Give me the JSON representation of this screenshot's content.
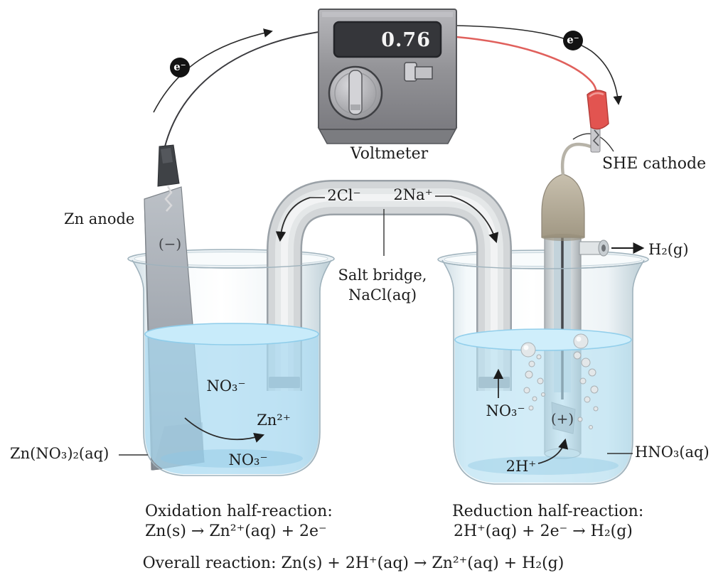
{
  "figure": {
    "type": "galvanic-cell-diagram",
    "description_visible_only": "Zn/SHE electrochemical cell with voltmeter"
  },
  "voltmeter": {
    "reading": "0.76",
    "label": "Voltmeter"
  },
  "wires": {
    "electron_left": "e⁻",
    "electron_right": "e⁻"
  },
  "electrodes": {
    "anode_label": "Zn anode",
    "anode_sign": "(−)",
    "cathode_label": "SHE cathode",
    "cathode_sign": "(+)"
  },
  "salt_bridge": {
    "ion_left": "2Cl⁻",
    "ion_right": "2Na⁺",
    "label_line1": "Salt bridge,",
    "label_line2": "NaCl(aq)"
  },
  "left_beaker": {
    "ion_no3_upper": "NO₃⁻",
    "ion_zn": "Zn²⁺",
    "ion_no3_lower": "NO₃⁻",
    "solution_label": "Zn(NO₃)₂(aq)"
  },
  "right_beaker": {
    "ion_no3": "NO₃⁻",
    "ion_h": "2H⁺",
    "solution_label": "HNO₃(aq)",
    "gas_label": "H₂(g)"
  },
  "reactions": {
    "oxidation_title": "Oxidation half-reaction:",
    "oxidation_equation": "Zn(s) → Zn²⁺(aq) + 2e⁻",
    "reduction_title": "Reduction half-reaction:",
    "reduction_equation": "2H⁺(aq) + 2e⁻ → H₂(g)",
    "overall_equation": "Overall reaction: Zn(s) + 2H⁺(aq) → Zn²⁺(aq) + H₂(g)"
  },
  "colors": {
    "solution_left": "#a9daf1",
    "solution_right": "#b6e0f2",
    "wire_red": "#e0605c",
    "connector_red": "#e25450",
    "electron_badge": "#121212",
    "meter_body": "#909094",
    "meter_display": "#35363a"
  }
}
